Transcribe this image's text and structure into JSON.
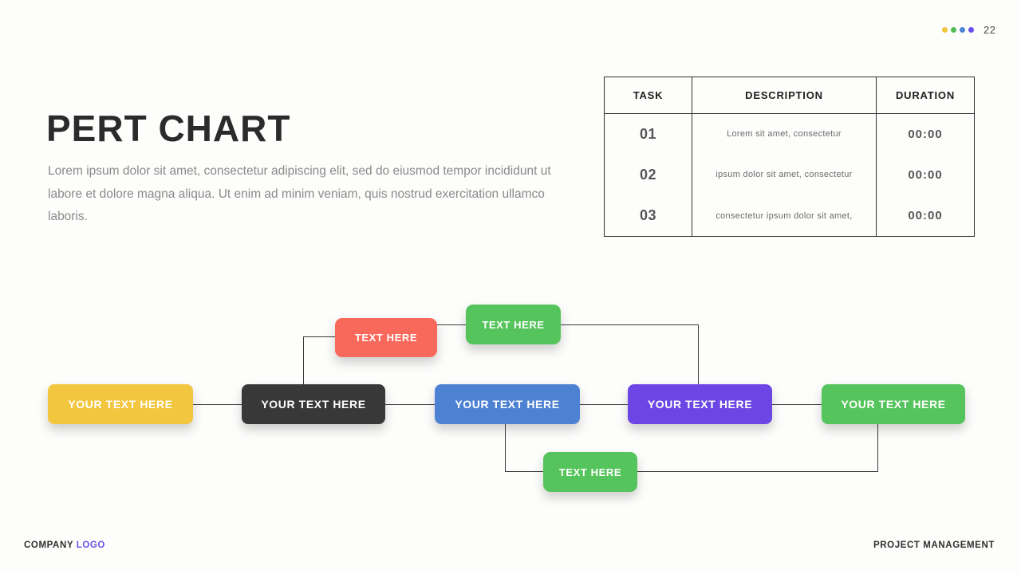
{
  "page": {
    "number": "22",
    "dots": [
      "#F0C63F",
      "#53BC56",
      "#4D82D3",
      "#6C4DEE"
    ]
  },
  "header": {
    "title": "PERT CHART",
    "description": "Lorem ipsum dolor sit amet, consectetur adipiscing elit, sed do eiusmod tempor incididunt ut labore et dolore magna aliqua. Ut enim ad minim veniam, quis nostrud exercitation ullamco laboris."
  },
  "table": {
    "headers": [
      "TASK",
      "DESCRIPTION",
      "DURATION"
    ],
    "rows": [
      {
        "task": "01",
        "description": "Lorem sit amet, consectetur",
        "duration": "00:00"
      },
      {
        "task": "02",
        "description": "ipsum dolor sit amet, consectetur",
        "duration": "00:00"
      },
      {
        "task": "03",
        "description": "consectetur ipsum dolor sit amet,",
        "duration": "00:00"
      }
    ]
  },
  "flowchart": {
    "nodes": [
      {
        "label": "YOUR TEXT HERE",
        "color": "#F3C63F"
      },
      {
        "label": "YOUR TEXT HERE",
        "color": "#383838"
      },
      {
        "label": "YOUR TEXT HERE",
        "color": "#4D82D3"
      },
      {
        "label": "YOUR TEXT HERE",
        "color": "#6C46E4"
      },
      {
        "label": "YOUR TEXT HERE",
        "color": "#56C45C"
      },
      {
        "label": "TEXT HERE",
        "color": "#F8685B"
      },
      {
        "label": "TEXT HERE",
        "color": "#56C45C"
      },
      {
        "label": "TEXT HERE",
        "color": "#56C45C"
      }
    ],
    "line_color": "#3A3A3A"
  },
  "footer": {
    "company": "COMPANY",
    "logo": "LOGO",
    "right_text": "PROJECT MANAGEMENT"
  }
}
